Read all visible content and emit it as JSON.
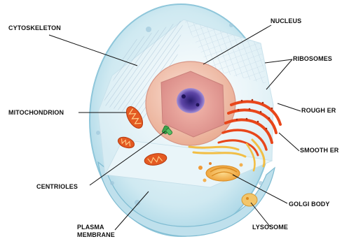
{
  "diagram": {
    "labels": {
      "cytoskeleton": "CYTOSKELETON",
      "nucleus": "NUCLEUS",
      "ribosomes": "RIBOSOMES",
      "mitochondrion": "MITOCHONDRION",
      "rough_er": "ROUGH ER",
      "smooth_er": "SMOOTH ER",
      "centrioles": "CENTRIOLES",
      "golgi_body": "GOLGI BODY",
      "lysosome": "LYSOSOME",
      "plasma_membrane_line1": "PLASMA",
      "plasma_membrane_line2": "MEMBRANE"
    },
    "colors": {
      "outer_membrane": "#bfe3ee",
      "cytoplasm": "#e4f2f6",
      "nucleus_outer": "#f4c6b6",
      "nucleus_cut": "#e79a8f",
      "nucleolus": "#5b3f9c",
      "mitochondria": "#e0561f",
      "rough_er": "#e84a1a",
      "smooth_er": "#f2c24a",
      "golgi": "#f0a63a",
      "centriole": "#3ca24c",
      "leader_line": "#111111"
    }
  }
}
